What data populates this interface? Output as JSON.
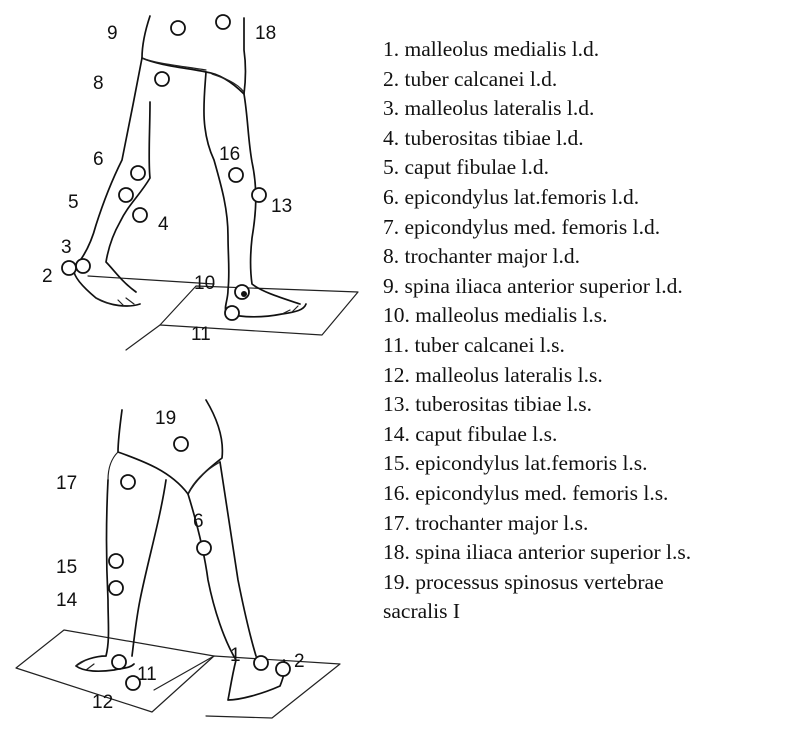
{
  "figure": {
    "legend": [
      "1. malleolus medialis l.d.",
      "2. tuber calcanei l.d.",
      "3. malleolus lateralis l.d.",
      "4. tuberositas tibiae l.d.",
      "5. caput fibulae l.d.",
      "6. epicondylus lat.femoris l.d.",
      "7. epicondylus med. femoris l.d.",
      "8. trochanter major l.d.",
      "9. spina iliaca anterior superior l.d.",
      "10. malleolus medialis l.s.",
      "11. tuber calcanei l.s.",
      "12. malleolus lateralis l.s.",
      "13. tuberositas tibiae l.s.",
      "14. caput fibulae l.s.",
      "15. epicondylus lat.femoris l.s.",
      "16. epicondylus med. femoris l.s.",
      "17. trochanter major l.s.",
      "18. spina iliaca anterior superior l.s.",
      "19. processus spinosus vertebrae",
      "sacralis I"
    ],
    "top_view_labels": [
      "9",
      "18",
      "8",
      "6",
      "16",
      "5",
      "13",
      "4",
      "3",
      "2",
      "10",
      "11"
    ],
    "bottom_view_labels": [
      "19",
      "17",
      "6",
      "15",
      "14",
      "1",
      "2",
      "11",
      "12"
    ]
  }
}
